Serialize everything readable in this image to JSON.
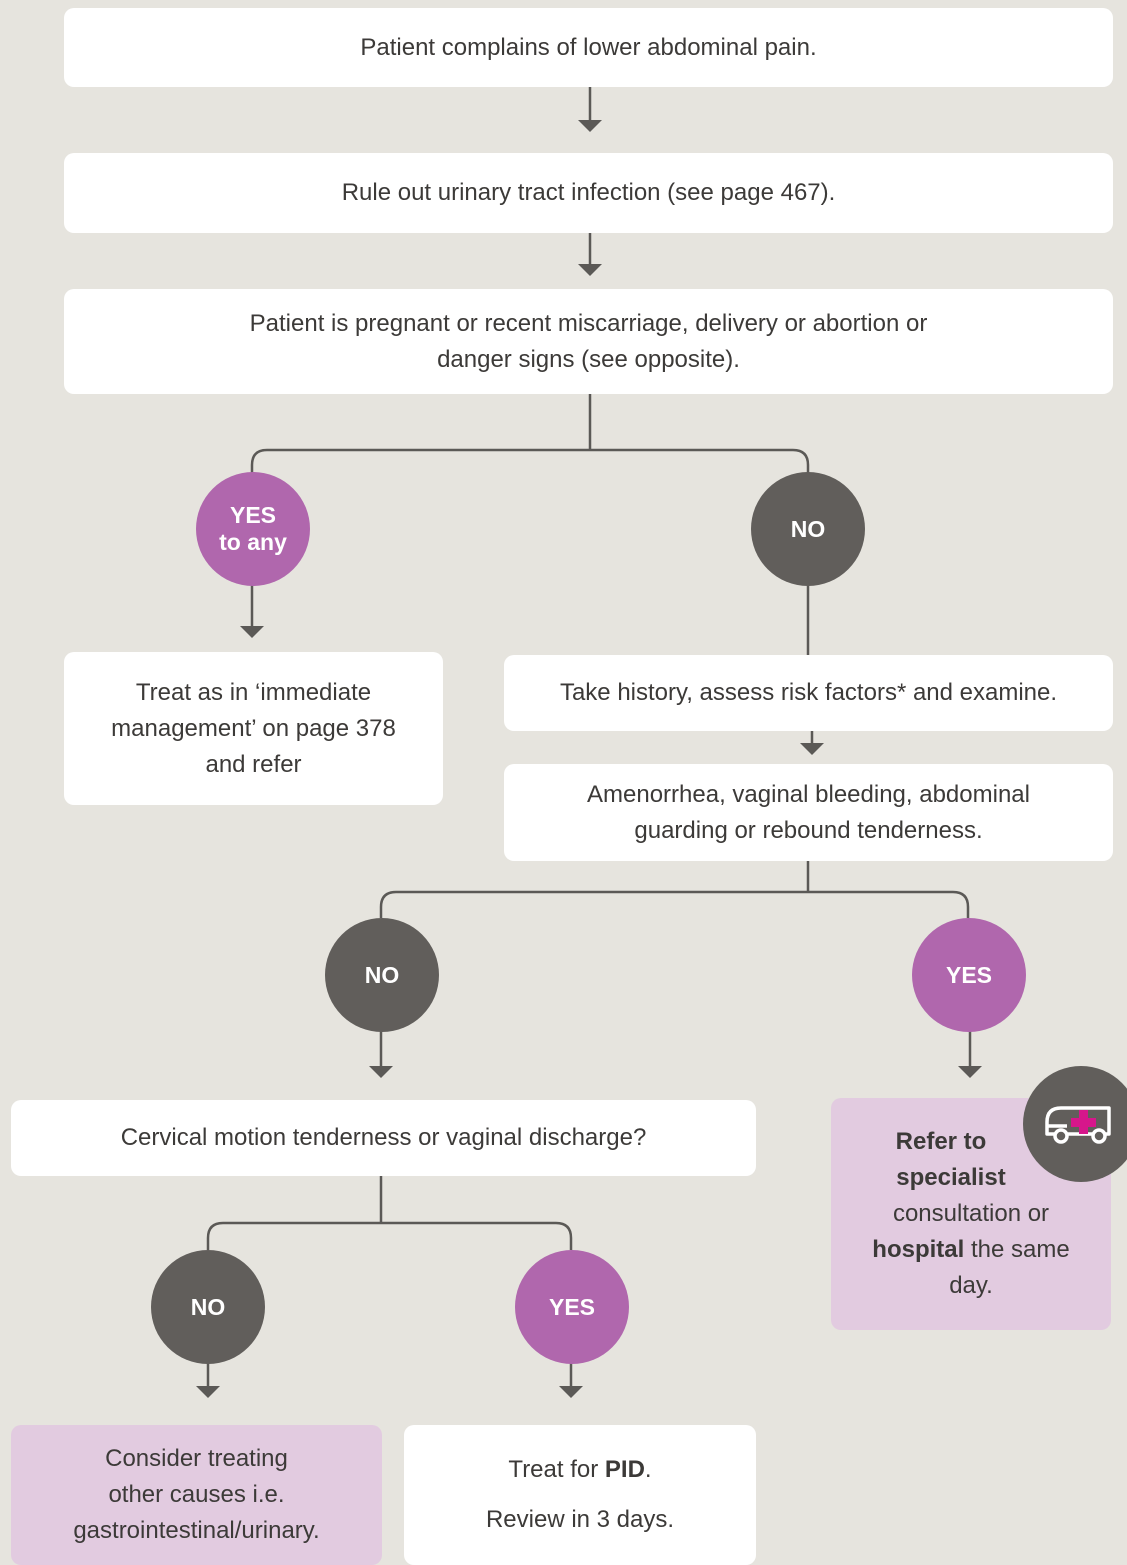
{
  "boxes": {
    "complaint": "Patient complains of lower abdominal pain.",
    "rule_out_uti": "Rule out urinary tract infection (see page 467).",
    "pregnant_line1": "Patient is pregnant or recent miscarriage, delivery or abortion or",
    "pregnant_line2": "danger signs (see opposite).",
    "immediate_line1": "Treat as in ‘immediate",
    "immediate_line2": "management’ on page 378",
    "immediate_line3": "and refer",
    "history": "Take history, assess risk factors* and examine.",
    "amenorrhea_line1": "Amenorrhea, vaginal bleeding, abdominal",
    "amenorrhea_line2": "guarding or rebound tenderness.",
    "refer_bold1": "Refer to",
    "refer_bold2": "specialist",
    "refer_plain1": "consultation or",
    "refer_bold3": "hospital",
    "refer_plain2": " the same",
    "refer_plain3": "day.",
    "cervical": "Cervical motion tenderness or vaginal discharge?",
    "consider_line1": "Consider treating",
    "consider_line2": "other causes i.e.",
    "consider_line3": "gastrointestinal/urinary.",
    "pid_prefix": "Treat for ",
    "pid_bold": "PID",
    "pid_suffix": ".",
    "review": "Review in 3 days."
  },
  "circles": {
    "yes_any_line1": "YES",
    "yes_any_line2": "to any",
    "no_1": "NO",
    "no_2": "NO",
    "yes_2": "YES",
    "no_3": "NO",
    "yes_3": "YES"
  },
  "icons": {
    "ambulance": "ambulance-icon"
  },
  "colors": {
    "background": "#e6e4de",
    "box": "#ffffff",
    "pink_box": "#e2cbe0",
    "yes_circle": "#b067ad",
    "no_circle": "#615e5b",
    "connector": "#5b5956",
    "ambulance_cross": "#d6168b"
  }
}
